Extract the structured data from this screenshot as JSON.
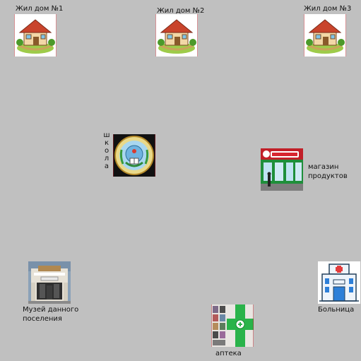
{
  "objects": {
    "house1": {
      "label": "Жил дом №1",
      "icon": "house-icon"
    },
    "house2": {
      "label": "Жил дом №2",
      "icon": "house-icon"
    },
    "house3": {
      "label": "Жил дом №3",
      "icon": "house-icon"
    },
    "school": {
      "label": "школа",
      "icon": "school-emblem-icon"
    },
    "shop": {
      "label_line1": "магазин",
      "label_line2": "продуктов",
      "icon": "grocery-store-icon"
    },
    "museum": {
      "label_line1": "Музей данного",
      "label_line2": "поселения",
      "icon": "museum-building-icon"
    },
    "hospital": {
      "label": "Больница",
      "icon": "hospital-icon"
    },
    "pharmacy": {
      "label": "аптека",
      "icon": "pharmacy-cross-icon"
    }
  },
  "colors": {
    "canvas": "#c0c0c0",
    "tile_border": "#b0202a",
    "store_red": "#d8252f",
    "store_green": "#1e8f3a",
    "pharmacy_green": "#2ab34a",
    "hospital_blue": "#2d7fd8",
    "hospital_red": "#e33b3b"
  }
}
